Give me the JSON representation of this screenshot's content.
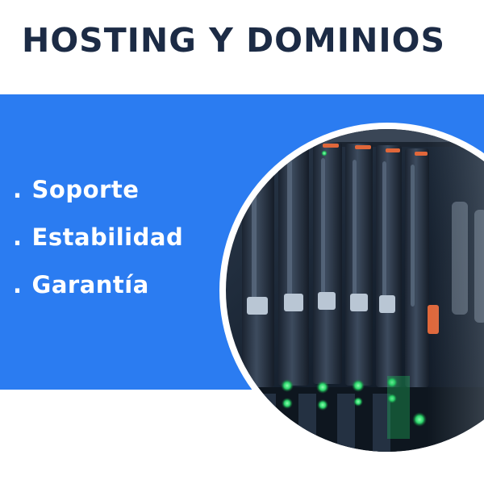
{
  "title": "HOSTING Y DOMINIOS",
  "features": [
    {
      "bullet": ".",
      "label": "Soporte"
    },
    {
      "bullet": ".",
      "label": "Estabilidad"
    },
    {
      "bullet": ".",
      "label": "Garantía"
    }
  ],
  "colors": {
    "title": "#1c2b45",
    "panel": "#2b7cf1",
    "background": "#ffffff"
  },
  "image": {
    "subject": "server-rack-photo"
  }
}
